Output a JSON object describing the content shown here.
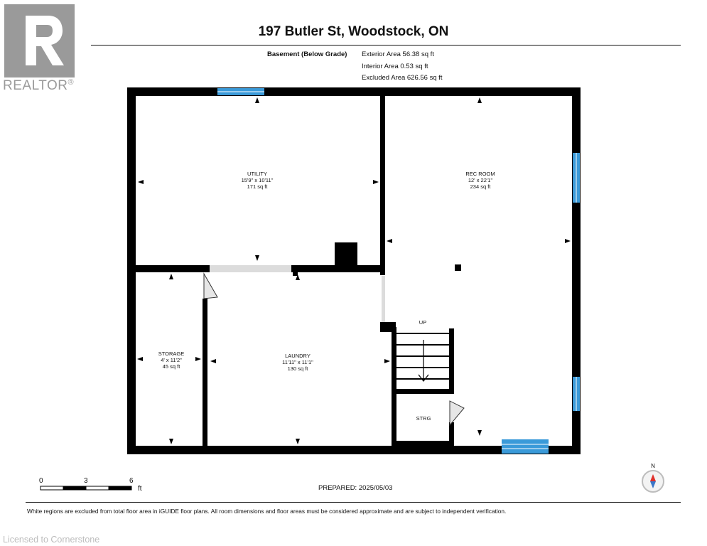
{
  "brand": {
    "wordmark": "REALTOR",
    "registered_mark": "®",
    "color": "#9a9a9a"
  },
  "header": {
    "title": "197 Butler St, Woodstock, ON"
  },
  "level": {
    "name": "Basement (Below Grade)",
    "areas": [
      "Exterior Area 56.38 sq ft",
      "Interior Area 0.53 sq ft",
      "Excluded Area 626.56 sq ft"
    ]
  },
  "rooms": {
    "utility": {
      "name": "UTILITY",
      "dims": "15'9\" x 10'11\"",
      "area": "171 sq ft"
    },
    "rec_room": {
      "name": "REC ROOM",
      "dims": "12' x 22'1\"",
      "area": "234 sq ft"
    },
    "storage": {
      "name": "STORAGE",
      "dims": "4' x 11'2\"",
      "area": "45 sq ft"
    },
    "laundry": {
      "name": "LAUNDRY",
      "dims": "11'11\" x 11'1\"",
      "area": "130 sq ft"
    },
    "strg": {
      "name": "STRG"
    },
    "stairs": {
      "label": "UP"
    }
  },
  "scale_bar": {
    "ticks": [
      "0",
      "3",
      "6"
    ],
    "unit": "ft"
  },
  "prepared": "PREPARED: 2025/05/03",
  "compass": {
    "label": "N",
    "needle_color": "#e0302a"
  },
  "colors": {
    "wall": "#000000",
    "window": "#3a9ad9",
    "opening": "#dcdcdc"
  },
  "disclaimer": "White regions are excluded from total floor area in iGUIDE floor plans. All room dimensions and floor areas must be considered approximate and are subject to independent verification.",
  "footer": {
    "licensed": "Licensed to Cornerstone"
  }
}
